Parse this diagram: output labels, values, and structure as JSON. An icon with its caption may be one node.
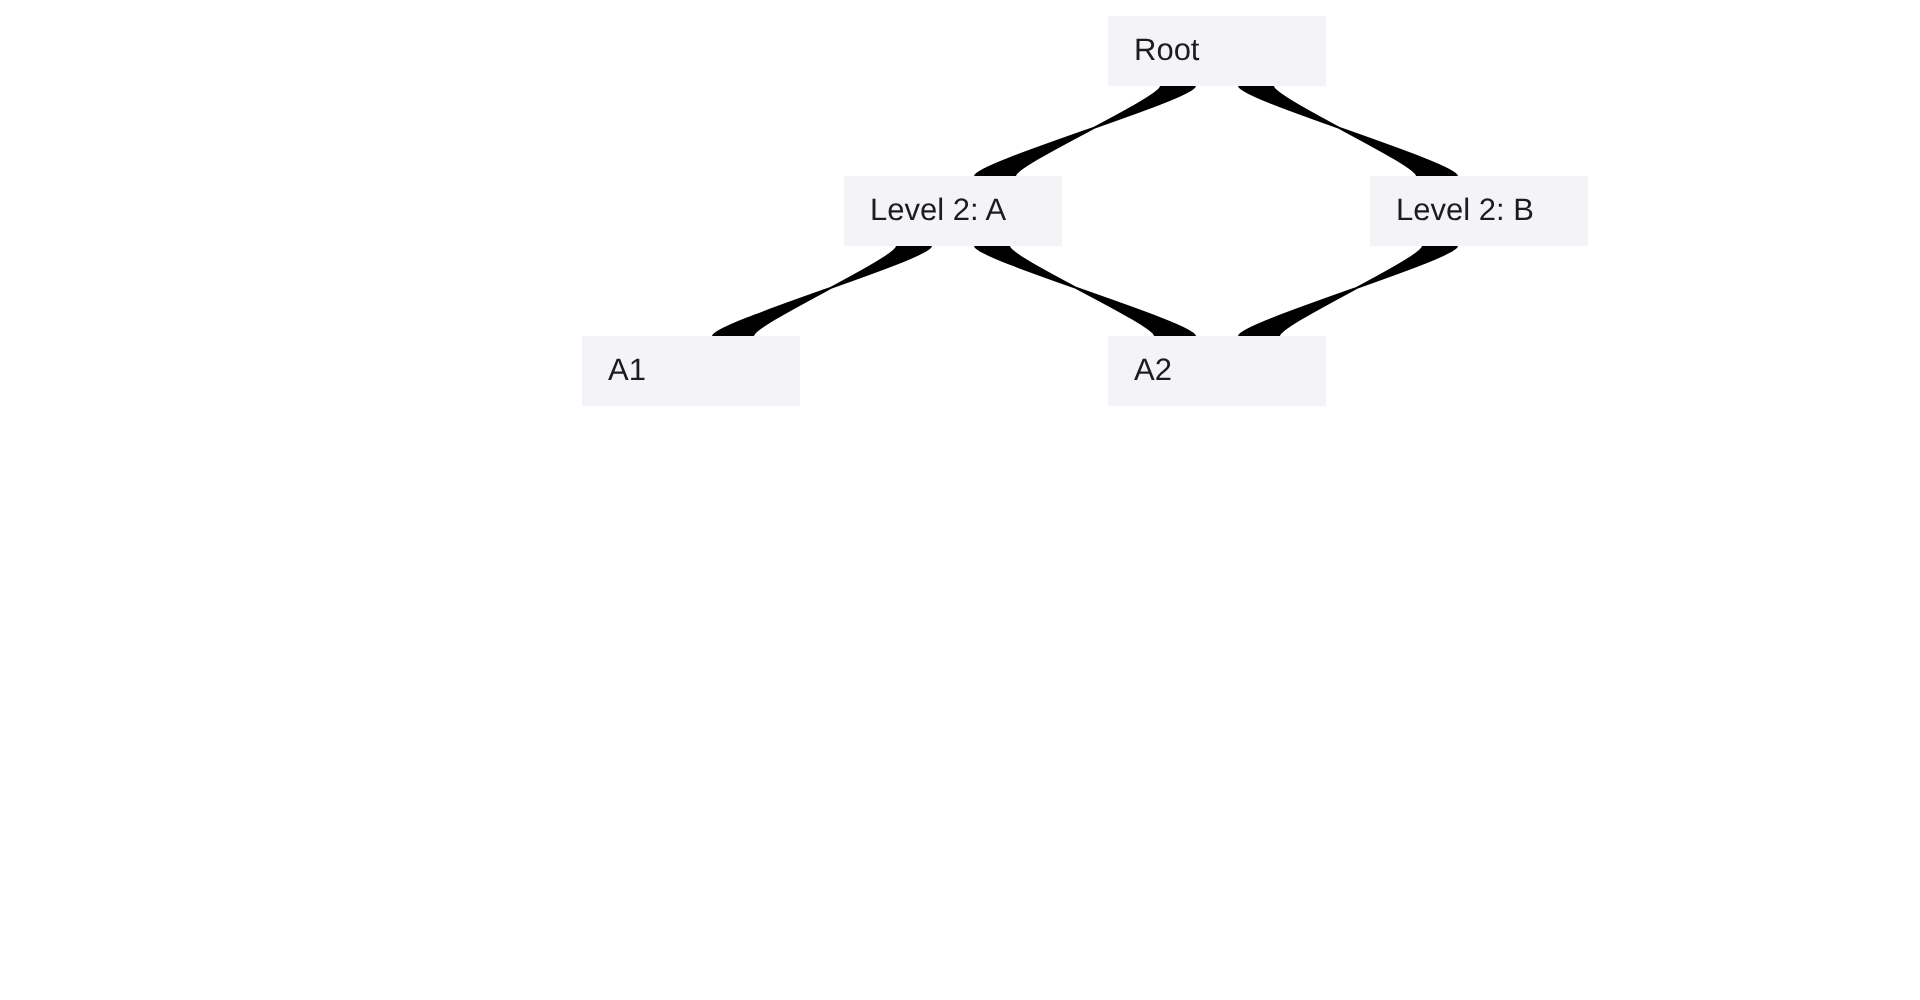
{
  "diagram": {
    "nodes": [
      {
        "text": [
          "Root"
        ]
      },
      {
        "text": [
          "Level 2: A"
        ]
      },
      {
        "text": [
          "Level 2: B"
        ]
      },
      {
        "text": [
          "A1"
        ]
      },
      {
        "text": [
          "A2"
        ]
      }
    ],
    "edges": [
      {
        "from": 0,
        "to": 1,
        "arrow": "none"
      },
      {
        "from": 0,
        "to": 2,
        "arrow": "none"
      },
      {
        "from": 1,
        "to": 3,
        "arrow": "none"
      },
      {
        "from": 1,
        "to": 4,
        "arrow": "none"
      },
      {
        "from": 2,
        "to": 4,
        "arrow": "none"
      }
    ]
  }
}
